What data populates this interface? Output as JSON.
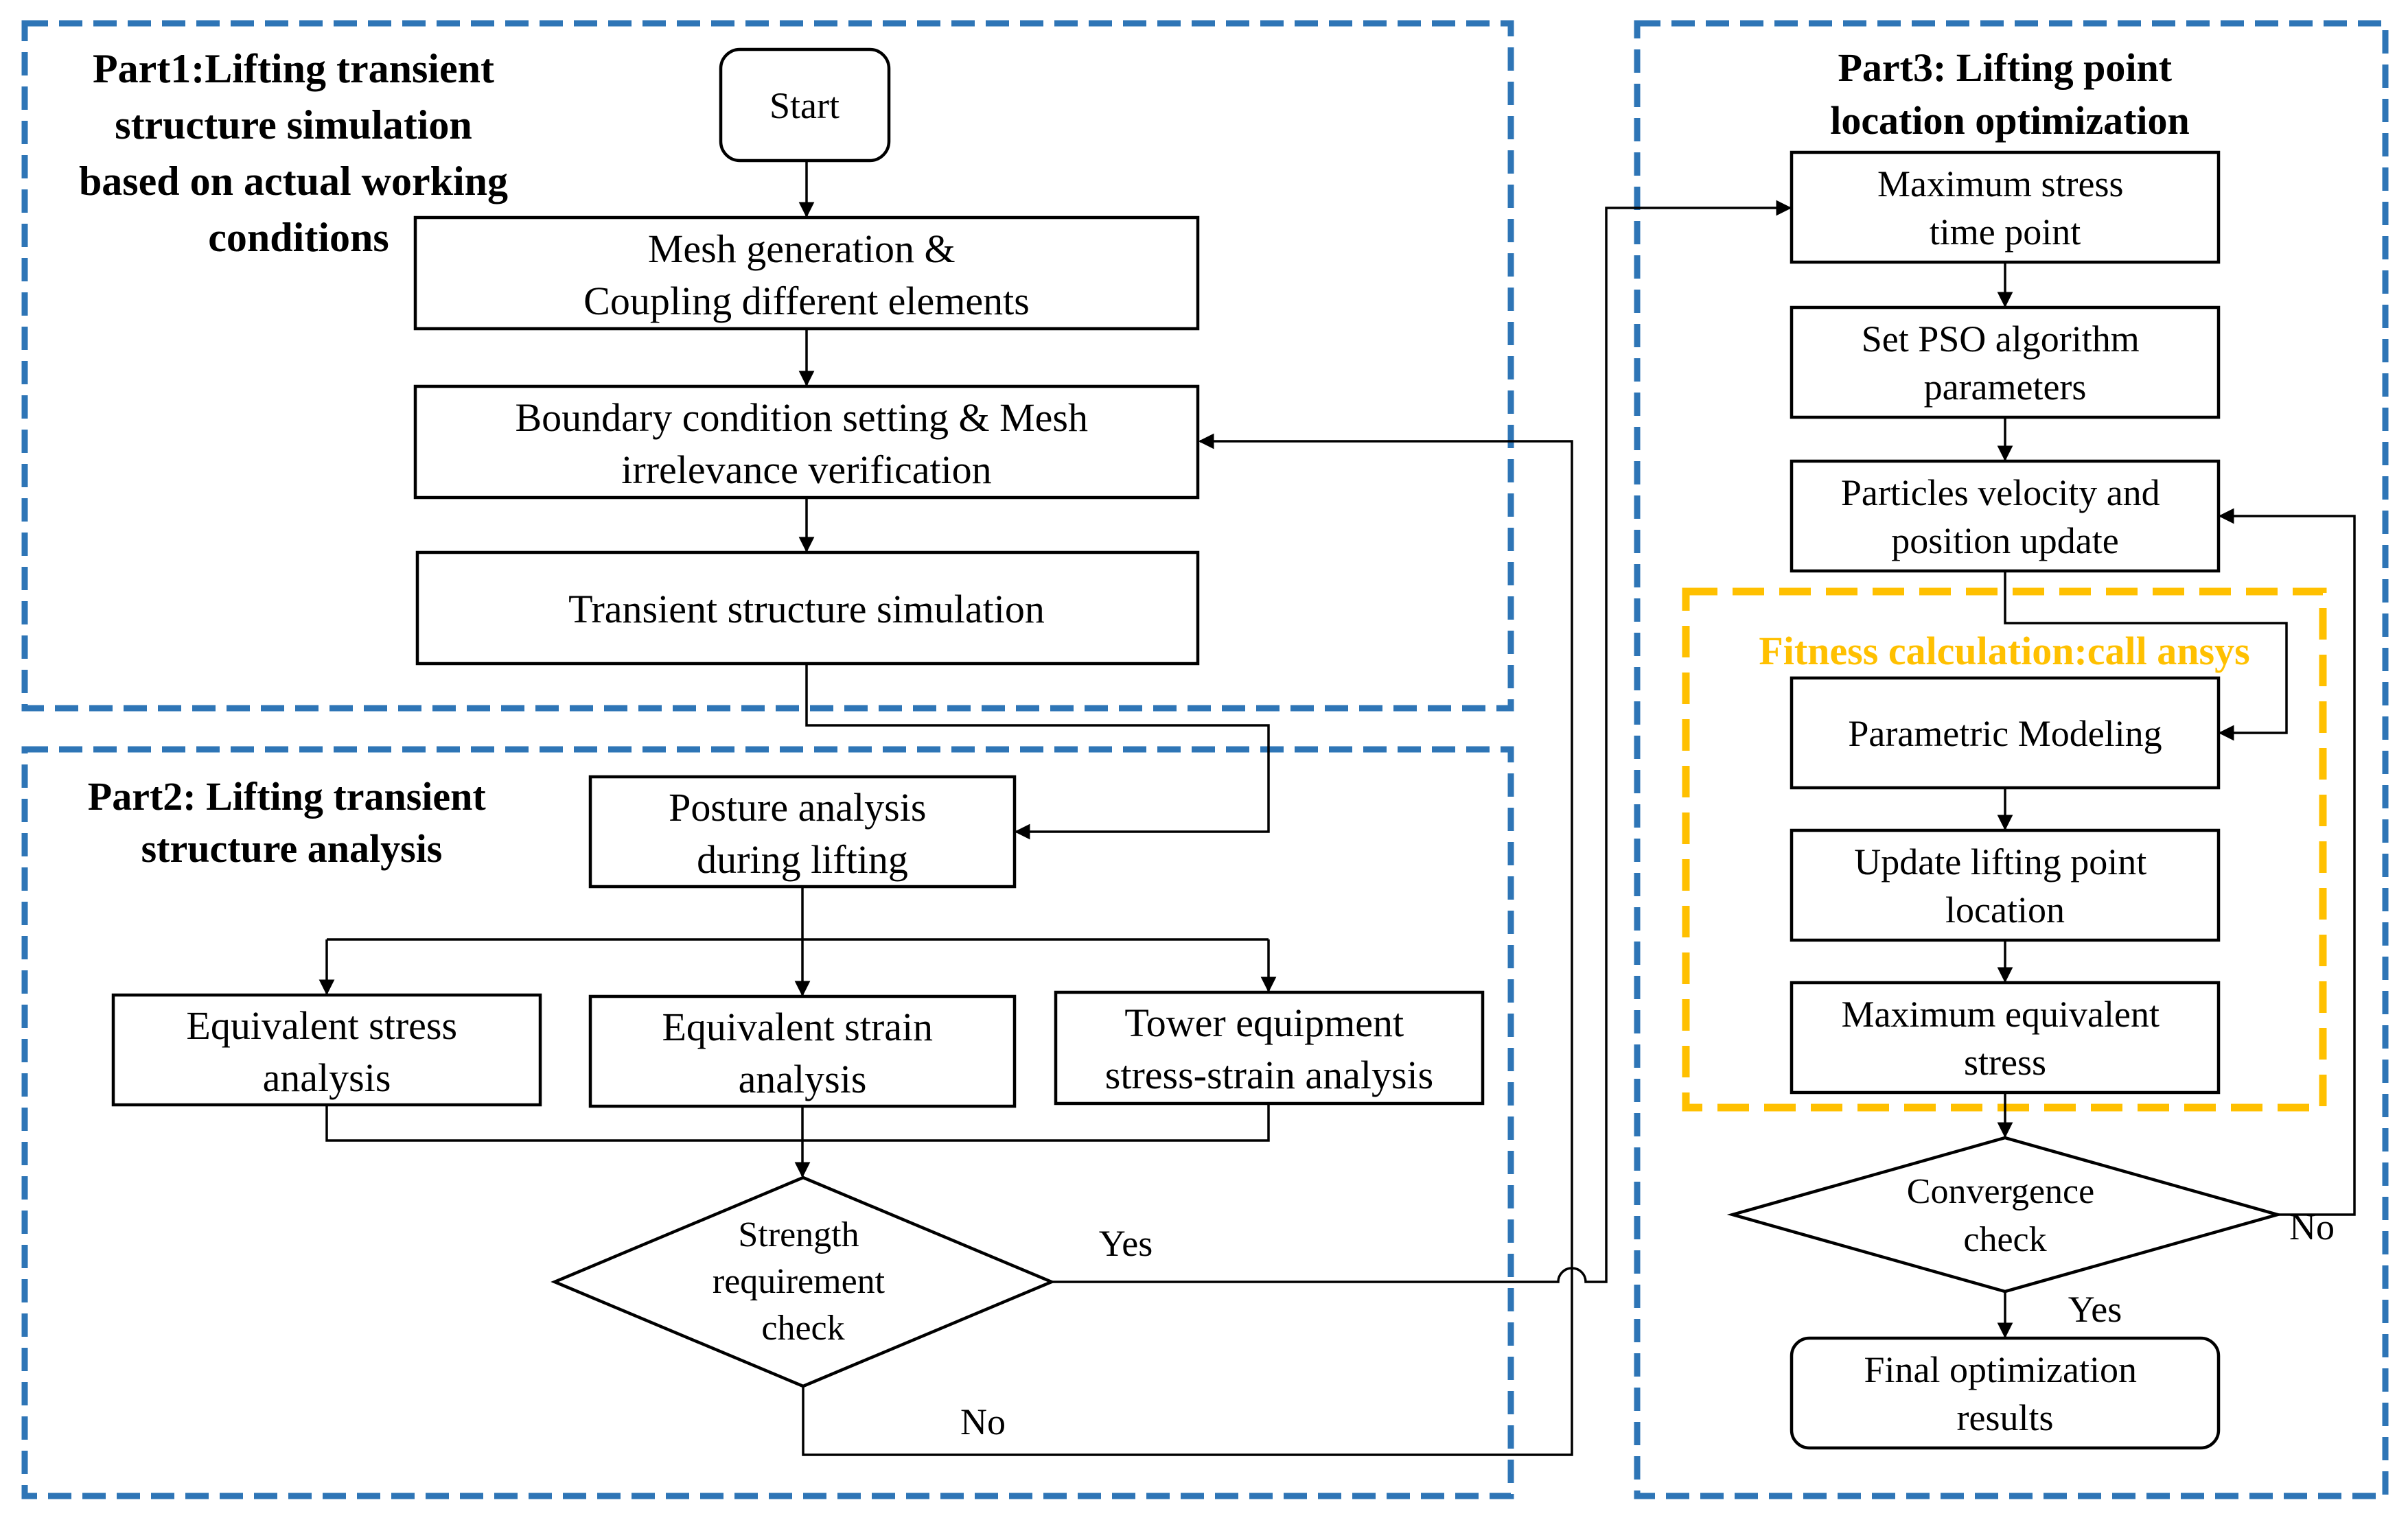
{
  "colors": {
    "part_border": "#2E75B6",
    "fitness_border": "#FFC000",
    "stroke": "#000000"
  },
  "parts": {
    "part1": [
      "Part1:Lifting transient",
      "structure simulation",
      "based on actual working",
      "conditions"
    ],
    "part2": [
      "Part2: Lifting transient",
      "structure analysis"
    ],
    "part3": [
      "Part3: Lifting point",
      "location optimization"
    ]
  },
  "fitness_title": "Fitness calculation:call ansys",
  "nodes": {
    "start": [
      "Start"
    ],
    "mesh": [
      "Mesh generation &",
      "Coupling different elements"
    ],
    "boundary": [
      "Boundary condition setting & Mesh",
      "irrelevance verification"
    ],
    "transient": [
      "Transient structure simulation"
    ],
    "posture": [
      "Posture analysis",
      "during lifting"
    ],
    "eq_stress": [
      "Equivalent stress",
      "analysis"
    ],
    "eq_strain": [
      "Equivalent strain",
      "analysis"
    ],
    "tower": [
      "Tower equipment",
      "stress-strain analysis"
    ],
    "strength": [
      "Strength",
      "requirement",
      "check"
    ],
    "max_time": [
      "Maximum stress",
      "time point"
    ],
    "pso": [
      "Set PSO algorithm",
      "parameters"
    ],
    "particles": [
      "Particles velocity and",
      "position update"
    ],
    "param_model": [
      "Parametric Modeling"
    ],
    "update_lift": [
      "Update lifting point",
      "location"
    ],
    "max_eq": [
      "Maximum equivalent",
      "stress"
    ],
    "convergence": [
      "Convergence",
      "check"
    ],
    "final": [
      "Final optimization",
      "results"
    ]
  },
  "edge_labels": {
    "yes1": "Yes",
    "no1": "No",
    "yes2": "Yes",
    "no2": "No"
  }
}
